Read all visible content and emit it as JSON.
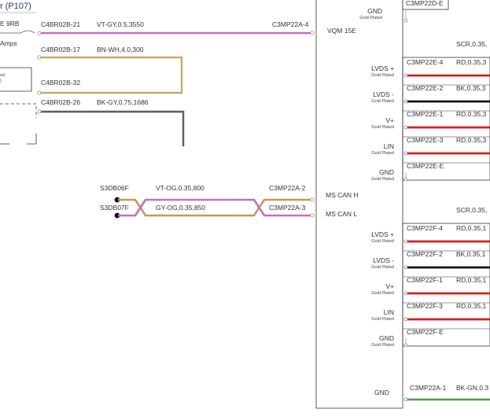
{
  "header": {
    "title": "r (P107)"
  },
  "left_block": {
    "circuit_label": "E 9RB",
    "amps_label": "Amps",
    "ed_label": "ed",
    "paren_label": ")"
  },
  "left_wires": [
    {
      "connector": "C4BR02B-21",
      "spec": "VT-GY,0.5,3550",
      "end_connector": "C3MP22A-4",
      "color": "#c070c0"
    },
    {
      "connector": "C4BR02B-17",
      "spec": "BN-WH,4.0,300",
      "color": "#b07a30"
    },
    {
      "connector": "C4BR02B-32",
      "spec": "",
      "color": "#b07a30"
    },
    {
      "connector": "C4BR02B-26",
      "spec": "BK-GY,0.75,1686",
      "color": "#333333"
    }
  ],
  "can_wires": [
    {
      "splice": "S3DB06F",
      "spec": "VT-OG,0.35,800",
      "connector": "C3MP22A-2",
      "pin_label": "MS CAN H",
      "color": "#c8975a"
    },
    {
      "splice": "S3DB07F",
      "spec": "GY-OG,0.35,850",
      "connector": "C3MP22A-3",
      "pin_label": "MS CAN L",
      "color": "#c070c0"
    }
  ],
  "module": {
    "name": "VQM 15E"
  },
  "top_pin": {
    "label": "GND",
    "sub": "Gold Plated",
    "connector": "C3MP22D-E"
  },
  "groups": [
    {
      "shield": "SCR,0.35,",
      "pins": [
        {
          "label": "LVDS +",
          "sub": "Gold Plated",
          "connector": "C3MP22E-4",
          "spec": "RD,0.35,3",
          "color": "#d02020"
        },
        {
          "label": "LVDS -",
          "sub": "Gold Plated",
          "connector": "C3MP22E-2",
          "spec": "BK,0.35,3",
          "color": "#111111"
        },
        {
          "label": "V+",
          "sub": "Gold Plated",
          "connector": "C3MP22E-1",
          "spec": "RD,0.35,3",
          "color": "#d02020"
        },
        {
          "label": "LIN",
          "sub": "Gold Plated",
          "connector": "C3MP22E-3",
          "spec": "RD,0.35,3",
          "color": "#d02020"
        },
        {
          "label": "GND",
          "sub": "Gold Plated",
          "connector": "C3MP22E-E",
          "spec": "",
          "color": ""
        }
      ]
    },
    {
      "shield": "SCR,0.35,",
      "pins": [
        {
          "label": "LVDS +",
          "sub": "Gold Plated",
          "connector": "C3MP22F-4",
          "spec": "RD,0.35,1",
          "color": "#d02020"
        },
        {
          "label": "LVDS -",
          "sub": "Gold Plated",
          "connector": "C3MP22F-2",
          "spec": "BK,0.35,1",
          "color": "#111111"
        },
        {
          "label": "V+",
          "sub": "Gold Plated",
          "connector": "C3MP22F-1",
          "spec": "RD,0.35,1",
          "color": "#d02020"
        },
        {
          "label": "LIN",
          "sub": "Gold Plated",
          "connector": "C3MP22F-3",
          "spec": "RD,0.35,1",
          "color": "#d02020"
        },
        {
          "label": "GND",
          "sub": "Gold Plated",
          "connector": "C3MP22F-E",
          "spec": "",
          "color": ""
        }
      ]
    }
  ],
  "bottom_gnd": {
    "label": "GND",
    "connector": "C3MP22A-1",
    "spec": "BK-GN,0.3",
    "color": "#2d7a2d"
  }
}
